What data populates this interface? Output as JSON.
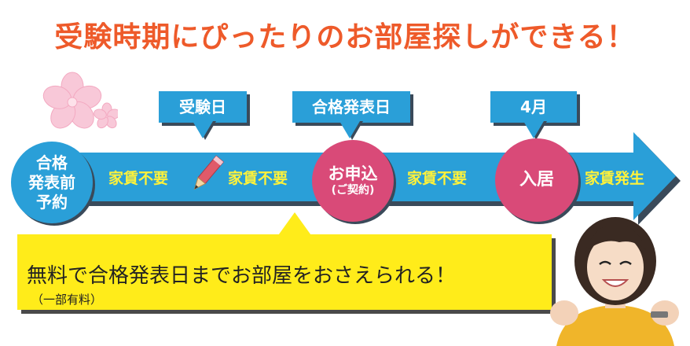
{
  "headline": "受験時期にぴったりのお部屋探しができる！",
  "tabs": [
    {
      "label": "受験日"
    },
    {
      "label": "合格発表日"
    },
    {
      "label": "4月"
    }
  ],
  "timeline": {
    "start_circle": [
      "合格",
      "発表前",
      "予約"
    ],
    "apply_circle": {
      "main": "お申込",
      "sub": "(ご契約)"
    },
    "move_circle": "入居",
    "segments": [
      "家賃不要",
      "家賃不要",
      "家賃不要",
      "家賃発生"
    ]
  },
  "callout": {
    "main": "無料で合格発表日までお部屋をおさえられる！",
    "sub": "（一部有料）"
  },
  "colors": {
    "headline": "#ee5a2a",
    "band": "#2a9fd8",
    "circle_blue": "#2a9fd8",
    "circle_pink": "#d94a78",
    "segment_text": "#fff23a",
    "callout_bg": "#ffec1a"
  },
  "icons": [
    "cherry-blossom-icon",
    "pencil-icon",
    "person-photo"
  ]
}
